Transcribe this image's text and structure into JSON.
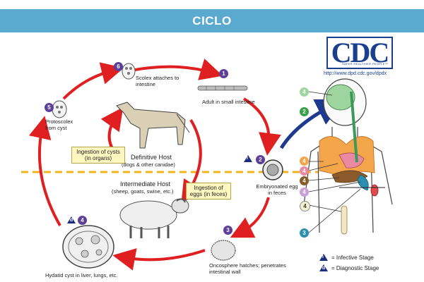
{
  "header": {
    "title": "CICLO"
  },
  "logo": {
    "text": "CDC",
    "tagline": "SAFER·HEALTHIER·PEOPLE™",
    "url": "http://www.dpd.cdc.gov/dpdx"
  },
  "stages": {
    "s1": {
      "num": "1",
      "label": "Adult in small intestine"
    },
    "s2": {
      "num": "2",
      "label": "Embryonated egg in feces"
    },
    "s3": {
      "num": "3",
      "label": "Oncosphere hatches; penetrates intestinal wall"
    },
    "s4": {
      "num": "4",
      "label": "Hydatid cyst in liver, lungs, etc."
    },
    "s5": {
      "num": "5",
      "label": "Protoscolex from cyst"
    },
    "s6": {
      "num": "6",
      "label": "Scolex attaches to intestine"
    }
  },
  "hosts": {
    "definitive": "Definitive Host",
    "definitive_sub": "(dogs & other canidae)",
    "intermediate": "Intermediate Host",
    "intermediate_sub": "(sheep, goats, swine, etc.)"
  },
  "boxes": {
    "cysts": "Ingestion of cysts (in organs)",
    "eggs": "Ingestion of eggs (in feces)"
  },
  "human_numbers": [
    "4",
    "2",
    "4",
    "4",
    "4",
    "4",
    "4",
    "3"
  ],
  "legend": {
    "infective": "= Infective Stage",
    "diagnostic": "= Diagnostic Stage",
    "i": "i",
    "d": "d"
  },
  "colors": {
    "header": "#5aa9cf",
    "arrow_red": "#e02020",
    "arrow_blue": "#1d3a8f",
    "dashed_line": "#f2b320",
    "badge_purple": "#5b3f99"
  }
}
